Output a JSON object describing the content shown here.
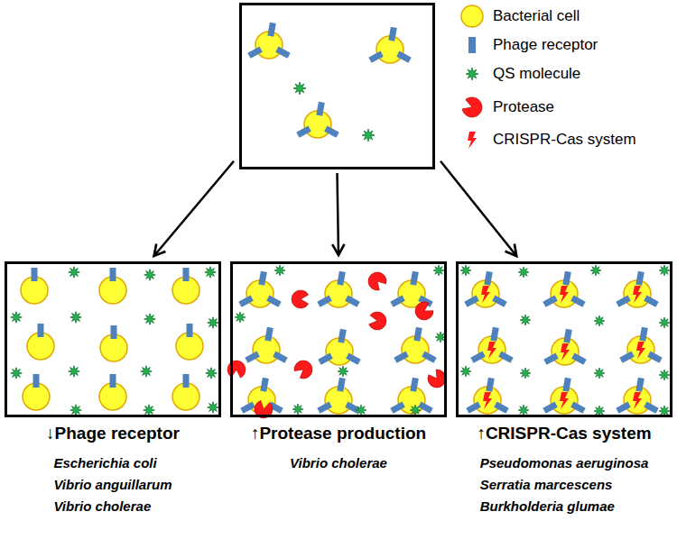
{
  "diagram": {
    "nodes": [
      {
        "text": []
      },
      {
        "text": [
          "↓Phage receptor",
          "Escherichia coli",
          "Vibrio anguillarum",
          "Vibrio cholerae"
        ]
      },
      {
        "text": [
          "↑Protease production",
          "Vibrio cholerae"
        ]
      },
      {
        "text": [
          "↑CRISPR-Cas system",
          "Pseudomonas aeruginosa",
          "Serratia marcescens",
          "Burkholderia glumae"
        ]
      }
    ],
    "edges": [
      {
        "from": 0,
        "to": 1,
        "arrow": "to"
      },
      {
        "from": 0,
        "to": 2,
        "arrow": "to"
      },
      {
        "from": 0,
        "to": 3,
        "arrow": "to"
      }
    ],
    "legend": [
      {
        "text": "Bacterial cell"
      },
      {
        "text": "Phage receptor"
      },
      {
        "text": "QS molecule"
      },
      {
        "text": "Protease"
      },
      {
        "text": "CRISPR-Cas system"
      }
    ]
  }
}
